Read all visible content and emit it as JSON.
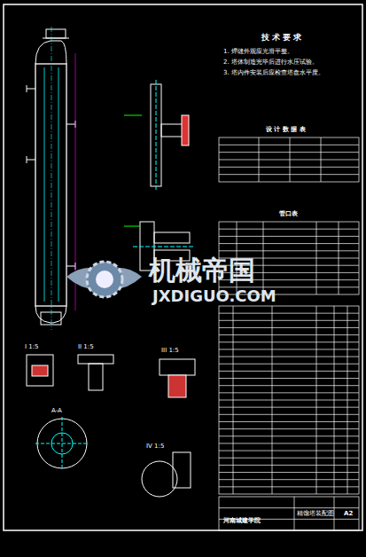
{
  "diagram": {
    "title": "技 术 要 求",
    "labels": [
      "1. 焊缝外观应光滑平整。",
      "2. 塔体制造完毕后进行水压试验。",
      "3. 塔内件安装后应检查塔盘水平度。",
      "设 计 数 据 表",
      "管口表",
      "河南城建学院",
      "精馏塔装配图",
      "A2",
      "机械帝国",
      "JXDIGUO.COM",
      "I 1:5",
      "II 1:5",
      "III 1:5",
      "A-A",
      "IV 1:5"
    ]
  }
}
